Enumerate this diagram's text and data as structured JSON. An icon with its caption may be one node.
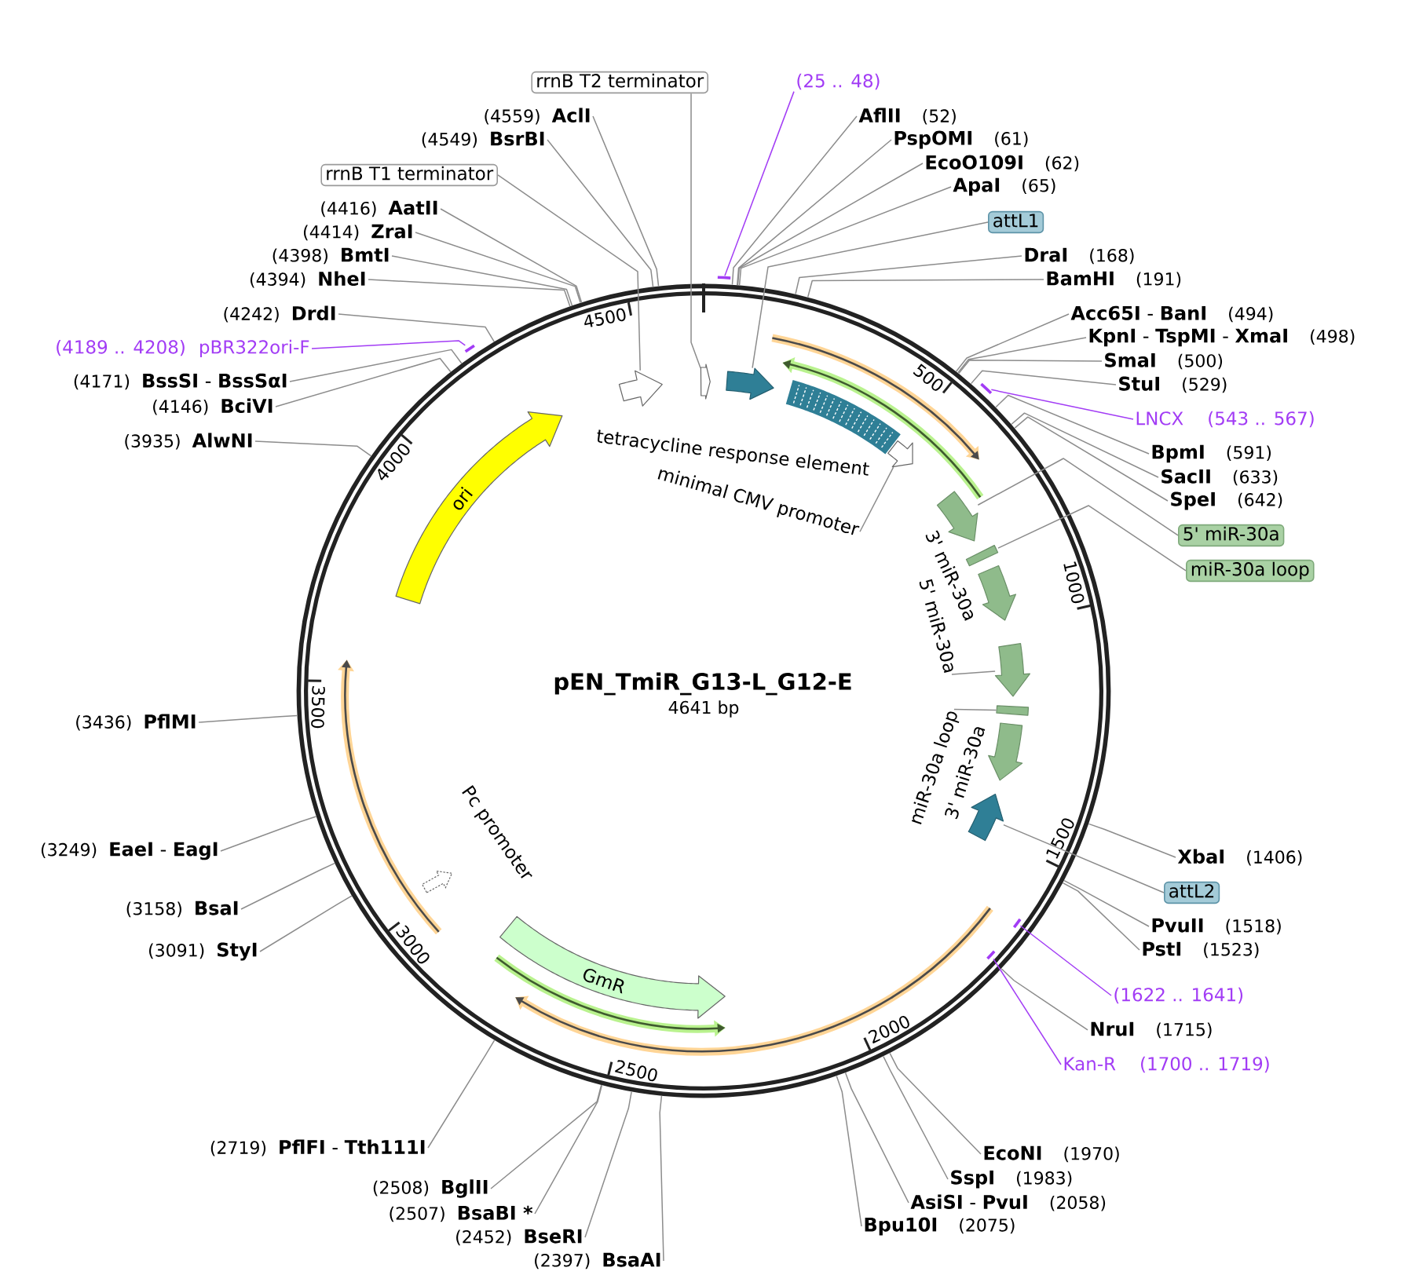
{
  "diagram": {
    "nodes": [
      {
        "text": [
          "pEN_TmiR_G13-L_G12-E",
          "4641 bp"
        ]
      },
      {
        "text": [
          "(25 .. 48)"
        ]
      },
      {
        "text": [
          "AflII",
          "(52)"
        ]
      },
      {
        "text": [
          "PspOMI",
          "(61)"
        ]
      },
      {
        "text": [
          "EcoO109I",
          "(62)"
        ]
      },
      {
        "text": [
          "ApaI",
          "(65)"
        ]
      },
      {
        "text": [
          "attL1"
        ]
      },
      {
        "text": [
          "DraI",
          "(168)"
        ]
      },
      {
        "text": [
          "BamHI",
          "(191)"
        ]
      },
      {
        "text": [
          "**Acc65I** - **BanI**",
          "(494)"
        ]
      },
      {
        "text": [
          "**KpnI** - **TspMI** - **XmaI**",
          "(498)"
        ]
      },
      {
        "text": [
          "SmaI",
          "(500)"
        ]
      },
      {
        "text": [
          "StuI",
          "(529)"
        ]
      },
      {
        "text": [
          "LNCX",
          "(543 .. 567)"
        ]
      },
      {
        "text": [
          "BpmI",
          "(591)"
        ]
      },
      {
        "text": [
          "SacII",
          "(633)"
        ]
      },
      {
        "text": [
          "SpeI",
          "(642)"
        ]
      },
      {
        "text": [
          "5' miR-30a"
        ]
      },
      {
        "text": [
          "miR-30a loop"
        ]
      },
      {
        "text": [
          "XbaI",
          "(1406)"
        ]
      },
      {
        "text": [
          "attL2"
        ]
      },
      {
        "text": [
          "PvuII",
          "(1518)"
        ]
      },
      {
        "text": [
          "PstI",
          "(1523)"
        ]
      },
      {
        "text": [
          "(1622 .. 1641)"
        ]
      },
      {
        "text": [
          "NruI",
          "(1715)"
        ]
      },
      {
        "text": [
          "Kan-R",
          "(1700 .. 1719)"
        ]
      },
      {
        "text": [
          "EcoNI",
          "(1970)"
        ]
      },
      {
        "text": [
          "SspI",
          "(1983)"
        ]
      },
      {
        "text": [
          "**AsiSI** - **PvuI**",
          "(2058)"
        ]
      },
      {
        "text": [
          "Bpu10I",
          "(2075)"
        ]
      },
      {
        "text": [
          "(2397)",
          "BsaAI"
        ]
      },
      {
        "text": [
          "(2452)",
          "BseRI"
        ]
      },
      {
        "text": [
          "(2507)",
          "BsaBI *"
        ]
      },
      {
        "text": [
          "(2508)",
          "BglII"
        ]
      },
      {
        "text": [
          "(2719)",
          "**PflFI** - **Tth111I**"
        ]
      },
      {
        "text": [
          "(3091)",
          "StyI"
        ]
      },
      {
        "text": [
          "(3158)",
          "BsaI"
        ]
      },
      {
        "text": [
          "(3249)",
          "**EaeI** - **EagI**"
        ]
      },
      {
        "text": [
          "(3436)",
          "PflMI"
        ]
      },
      {
        "text": [
          "(3935)",
          "AlwNI"
        ]
      },
      {
        "text": [
          "(4146)",
          "BciVI"
        ]
      },
      {
        "text": [
          "(4171)",
          "**BssSI** - **BssSαI**"
        ]
      },
      {
        "text": [
          "(4189 .. 4208)",
          "pBR322ori-F"
        ]
      },
      {
        "text": [
          "(4242)",
          "DrdI"
        ]
      },
      {
        "text": [
          "(4394)",
          "NheI"
        ]
      },
      {
        "text": [
          "(4398)",
          "BmtI"
        ]
      },
      {
        "text": [
          "(4414)",
          "ZraI"
        ]
      },
      {
        "text": [
          "(4416)",
          "AatII"
        ]
      },
      {
        "text": [
          "rrnB T1 terminator"
        ]
      },
      {
        "text": [
          "(4549)",
          "BsrBI"
        ]
      },
      {
        "text": [
          "(4559)",
          "AclI"
        ]
      },
      {
        "text": [
          "rrnB T2 terminator"
        ]
      },
      {
        "text": [],
        "shape": "arrow",
        "in": 0
      },
      {
        "text": [],
        "shape": "arrow",
        "in": 0
      },
      {
        "text": [
          "tetracycline response element"
        ],
        "in": 0
      },
      {
        "text": [],
        "shape": "arrow",
        "in": 0
      },
      {
        "text": [
          "minimal CMV promoter"
        ],
        "in": 0
      },
      {
        "text": [],
        "shape": "arrow",
        "in": 0
      },
      {
        "text": [],
        "shape": "bar",
        "in": 0
      },
      {
        "text": [
          "3' miR-30a"
        ],
        "in": 0
      },
      {
        "text": [
          "5' miR-30a"
        ],
        "in": 0
      },
      {
        "text": [],
        "shape": "arrow",
        "in": 0
      },
      {
        "text": [
          "miR-30a loop"
        ],
        "in": 0
      },
      {
        "text": [],
        "shape": "bar",
        "in": 0
      },
      {
        "text": [
          "3' miR-30a"
        ],
        "in": 0
      },
      {
        "text": [],
        "shape": "arrow",
        "in": 0
      },
      {
        "text": [
          "GmR"
        ],
        "in": 0
      },
      {
        "text": [
          "Pc promoter"
        ],
        "in": 0
      },
      {
        "text": [
          "ori"
        ],
        "in": 0
      },
      {
        "text": [],
        "shape": "arrow",
        "in": 0
      },
      {
        "text": [],
        "shape": "bar"
      },
      {
        "text": [],
        "shape": "bar"
      },
      {
        "text": [],
        "shape": "bar",
        "in": 0
      },
      {
        "text": [],
        "shape": "bar",
        "in": 0
      },
      {
        "text": [],
        "shape": "bar"
      }
    ],
    "edges": [
      {
        "from": 1,
        "to": 70,
        "arrow": "none",
        "color": "#a23cf5"
      },
      {
        "from": 2,
        "to": 0,
        "arrow": "none"
      },
      {
        "from": 3,
        "to": 0,
        "arrow": "none"
      },
      {
        "from": 4,
        "to": 0,
        "arrow": "none"
      },
      {
        "from": 5,
        "to": 0,
        "arrow": "none"
      },
      {
        "from": 6,
        "to": 53,
        "arrow": "none"
      },
      {
        "from": 7,
        "to": 0,
        "arrow": "none"
      },
      {
        "from": 8,
        "to": 0,
        "arrow": "none"
      },
      {
        "from": 9,
        "to": 0,
        "arrow": "none"
      },
      {
        "from": 10,
        "to": 0,
        "arrow": "none"
      },
      {
        "from": 11,
        "to": 0,
        "arrow": "none"
      },
      {
        "from": 12,
        "to": 0,
        "arrow": "none"
      },
      {
        "from": 13,
        "to": 71,
        "arrow": "none",
        "color": "#a23cf5"
      },
      {
        "from": 14,
        "to": 0,
        "arrow": "none"
      },
      {
        "from": 15,
        "to": 0,
        "arrow": "none"
      },
      {
        "from": 16,
        "to": 0,
        "arrow": "none"
      },
      {
        "from": 17,
        "to": 57,
        "arrow": "none"
      },
      {
        "from": 18,
        "to": 58,
        "arrow": "none"
      },
      {
        "from": 19,
        "to": 0,
        "arrow": "none"
      },
      {
        "from": 20,
        "to": 65,
        "arrow": "none"
      },
      {
        "from": 21,
        "to": 0,
        "arrow": "none"
      },
      {
        "from": 22,
        "to": 0,
        "arrow": "none"
      },
      {
        "from": 23,
        "to": 72,
        "arrow": "none",
        "color": "#a23cf5"
      },
      {
        "from": 24,
        "to": 0,
        "arrow": "none"
      },
      {
        "from": 25,
        "to": 73,
        "arrow": "none",
        "color": "#a23cf5"
      },
      {
        "from": 26,
        "to": 0,
        "arrow": "none"
      },
      {
        "from": 27,
        "to": 0,
        "arrow": "none"
      },
      {
        "from": 28,
        "to": 0,
        "arrow": "none"
      },
      {
        "from": 29,
        "to": 0,
        "arrow": "none"
      },
      {
        "from": 30,
        "to": 0,
        "arrow": "none"
      },
      {
        "from": 31,
        "to": 0,
        "arrow": "none"
      },
      {
        "from": 32,
        "to": 0,
        "arrow": "none"
      },
      {
        "from": 33,
        "to": 0,
        "arrow": "none"
      },
      {
        "from": 34,
        "to": 0,
        "arrow": "none"
      },
      {
        "from": 35,
        "to": 0,
        "arrow": "none"
      },
      {
        "from": 36,
        "to": 0,
        "arrow": "none"
      },
      {
        "from": 37,
        "to": 0,
        "arrow": "none"
      },
      {
        "from": 38,
        "to": 0,
        "arrow": "none"
      },
      {
        "from": 39,
        "to": 0,
        "arrow": "none"
      },
      {
        "from": 40,
        "to": 0,
        "arrow": "none"
      },
      {
        "from": 41,
        "to": 0,
        "arrow": "none"
      },
      {
        "from": 42,
        "to": 74,
        "arrow": "none",
        "color": "#a23cf5"
      },
      {
        "from": 43,
        "to": 0,
        "arrow": "none"
      },
      {
        "from": 44,
        "to": 0,
        "arrow": "none"
      },
      {
        "from": 45,
        "to": 0,
        "arrow": "none"
      },
      {
        "from": 46,
        "to": 0,
        "arrow": "none"
      },
      {
        "from": 47,
        "to": 0,
        "arrow": "none"
      },
      {
        "from": 48,
        "to": 69,
        "arrow": "none"
      },
      {
        "from": 49,
        "to": 0,
        "arrow": "none"
      },
      {
        "from": 50,
        "to": 0,
        "arrow": "none"
      },
      {
        "from": 51,
        "to": 52,
        "arrow": "none"
      },
      {
        "from": 56,
        "to": 55,
        "arrow": "none"
      },
      {
        "from": 60,
        "to": 61,
        "arrow": "none"
      },
      {
        "from": 62,
        "to": 63,
        "arrow": "none"
      }
    ],
    "labels": [
      "500",
      "1000",
      "1500",
      "2000",
      "2500",
      "3000",
      "3500",
      "4000",
      "4500"
    ]
  }
}
